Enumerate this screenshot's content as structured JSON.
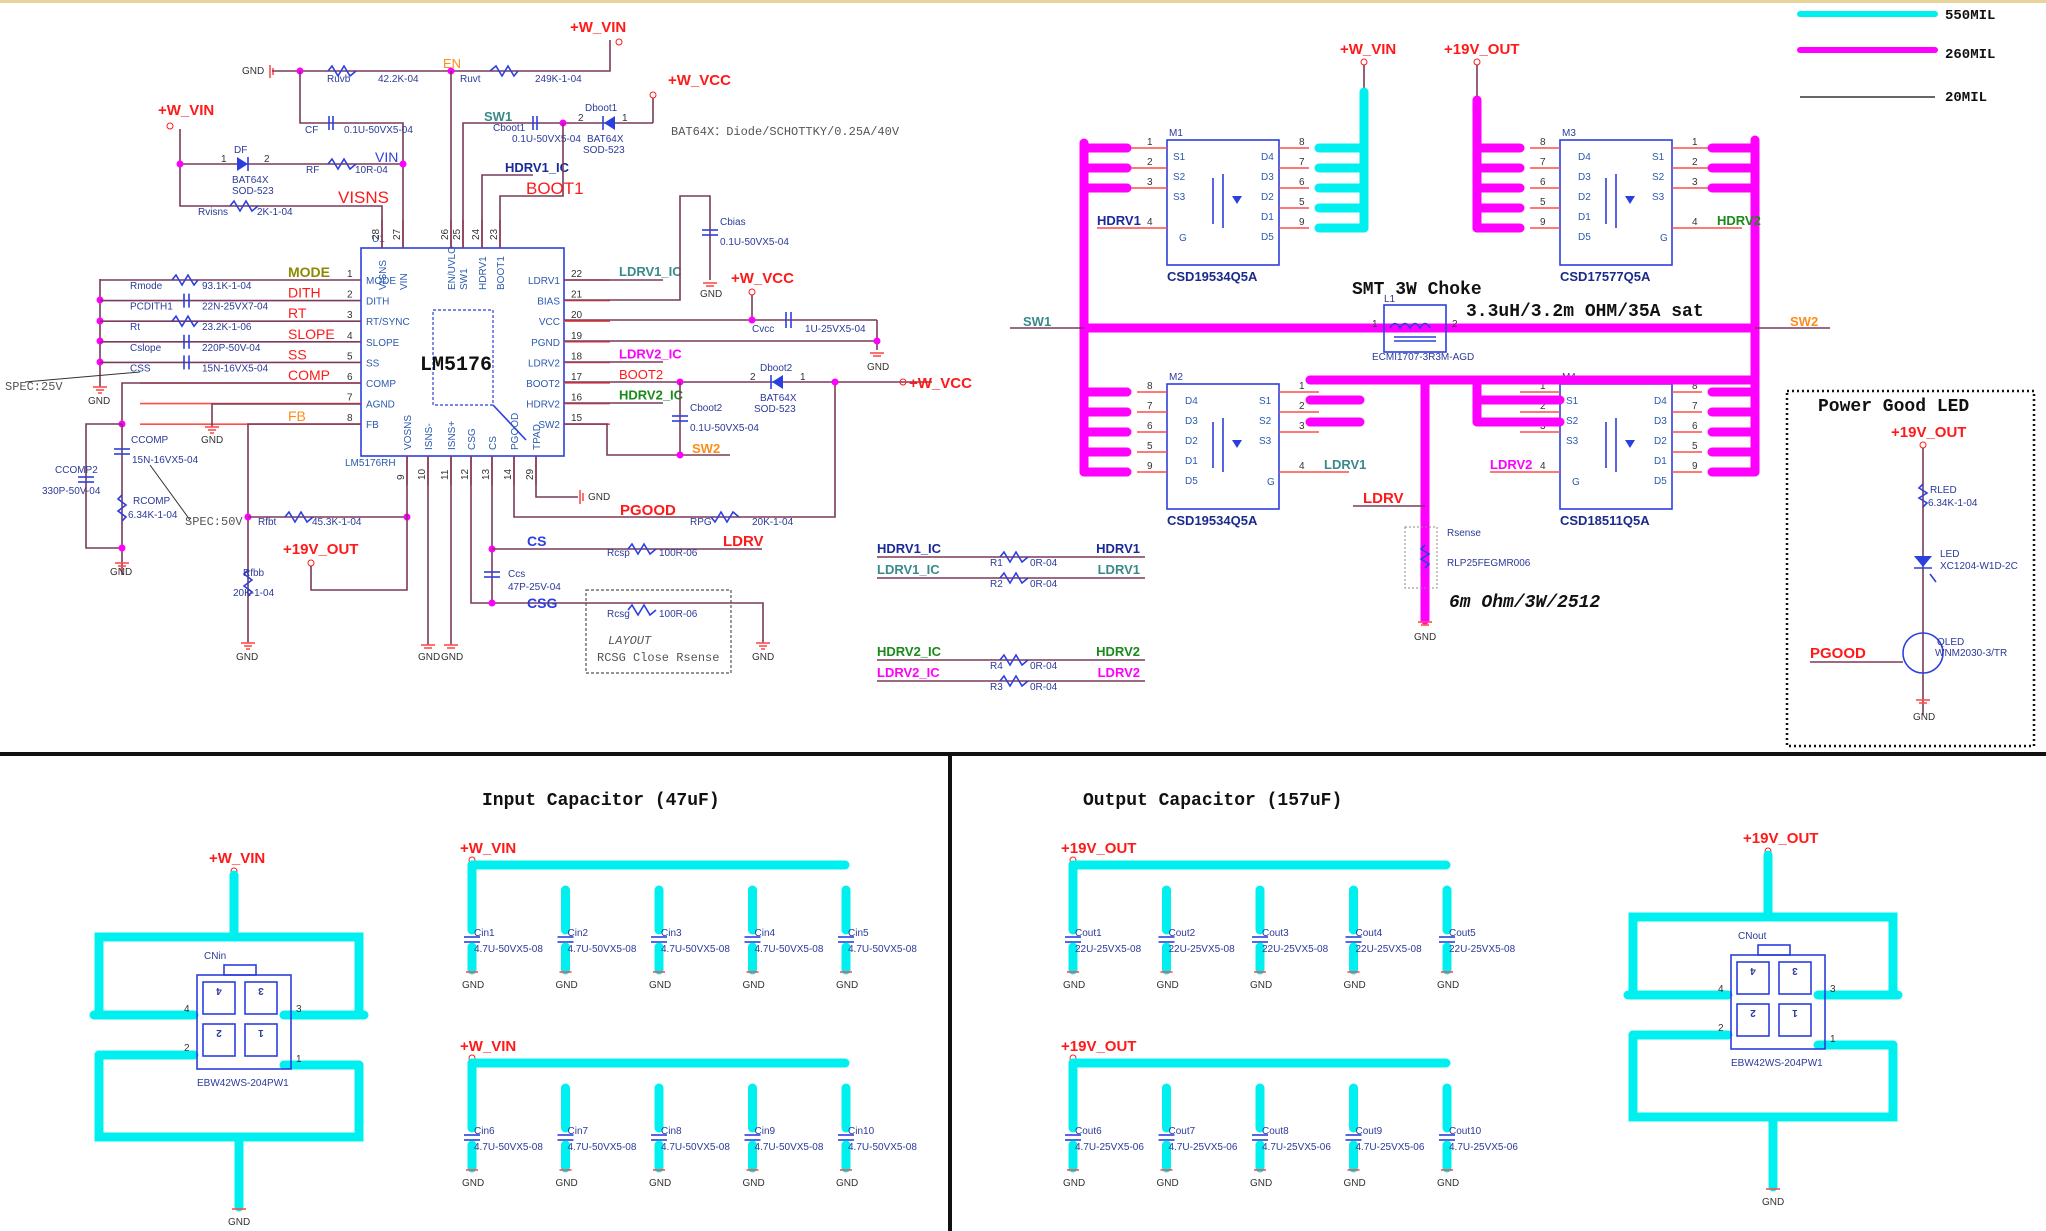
{
  "legend": {
    "items": [
      {
        "label": "550MIL",
        "color": "#00f0f0"
      },
      {
        "label": "260MIL",
        "color": "#ff00ff"
      },
      {
        "label": "20MIL",
        "color": "#333333"
      }
    ]
  },
  "colors": {
    "net_red": "#ff1a1a",
    "trace_550": "#00f0f0",
    "trace_260": "#ff00ff",
    "component_blue": "#2b3fe0",
    "junction": "#ff00ff"
  },
  "controller": {
    "ref": "U1",
    "name": "LM5176",
    "part": "LM5176RH",
    "left_pins": [
      {
        "num": "1",
        "name": "MODE",
        "net": "MODE",
        "net_color": "#8a8a00"
      },
      {
        "num": "2",
        "name": "DITH",
        "net": "DITH",
        "net_color": "#ff1a1a"
      },
      {
        "num": "3",
        "name": "RT/SYNC",
        "net": "RT",
        "net_color": "#ff1a1a"
      },
      {
        "num": "4",
        "name": "SLOPE",
        "net": "SLOPE",
        "net_color": "#ff1a1a"
      },
      {
        "num": "5",
        "name": "SS",
        "net": "SS",
        "net_color": "#ff1a1a"
      },
      {
        "num": "6",
        "name": "COMP",
        "net": "COMP",
        "net_color": "#ff1a1a"
      },
      {
        "num": "7",
        "name": "AGND",
        "net": "",
        "net_color": "#ff1a1a"
      },
      {
        "num": "8",
        "name": "FB",
        "net": "FB",
        "net_color": "#ff8c1a"
      }
    ],
    "right_pins": [
      {
        "num": "22",
        "name": "LDRV1",
        "net": "LDRV1_IC",
        "net_color": "#3a8a8a"
      },
      {
        "num": "21",
        "name": "BIAS",
        "net": "",
        "net_color": ""
      },
      {
        "num": "20",
        "name": "VCC",
        "net": "",
        "net_color": ""
      },
      {
        "num": "19",
        "name": "PGND",
        "net": "",
        "net_color": ""
      },
      {
        "num": "18",
        "name": "LDRV2",
        "net": "LDRV2_IC",
        "net_color": "#ff00ff"
      },
      {
        "num": "17",
        "name": "BOOT2",
        "net": "BOOT2",
        "net_color": "#ff1a1a"
      },
      {
        "num": "16",
        "name": "HDRV2",
        "net": "HDRV2_IC",
        "net_color": "#1a8a1a"
      },
      {
        "num": "15",
        "name": "SW2",
        "net": "",
        "net_color": ""
      }
    ],
    "top_pins": [
      {
        "num": "28",
        "name": "VISNS"
      },
      {
        "num": "27",
        "name": "VIN"
      },
      {
        "num": "26",
        "name": "EN/UVLO"
      },
      {
        "num": "25",
        "name": "SW1"
      },
      {
        "num": "24",
        "name": "HDRV1"
      },
      {
        "num": "23",
        "name": "BOOT1"
      }
    ],
    "bottom_pins": [
      {
        "num": "9",
        "name": "VOSNS"
      },
      {
        "num": "10",
        "name": "ISNS-"
      },
      {
        "num": "11",
        "name": "ISNS+"
      },
      {
        "num": "12",
        "name": "CSG"
      },
      {
        "num": "13",
        "name": "CS"
      },
      {
        "num": "14",
        "name": "PGOOD"
      },
      {
        "num": "29",
        "name": "TPAD"
      }
    ]
  },
  "left_components": [
    {
      "ref": "Rmode",
      "value": "93.1K-1-04"
    },
    {
      "ref": "PCDITH1",
      "value": "22N-25VX7-04"
    },
    {
      "ref": "Rt",
      "value": "23.2K-1-06"
    },
    {
      "ref": "Cslope",
      "value": "220P-50V-04"
    },
    {
      "ref": "CSS",
      "value": "15N-16VX5-04"
    }
  ],
  "top_components": {
    "ruvb": {
      "ref": "Ruvb",
      "value": "42.2K-04"
    },
    "ruvt": {
      "ref": "Ruvt",
      "value": "249K-1-04"
    },
    "cf": {
      "ref": "CF",
      "value": "0.1U-50VX5-04"
    },
    "df": {
      "ref": "DF",
      "value": "BAT64X",
      "pkg": "SOD-523"
    },
    "rf": {
      "ref": "RF",
      "value": "10R-04"
    },
    "rvisns": {
      "ref": "Rvisns",
      "value": "2K-1-04"
    },
    "cboot1": {
      "ref": "Cboot1",
      "value": "0.1U-50VX5-04"
    },
    "dboot1": {
      "ref": "Dboot1",
      "value": "BAT64X",
      "pkg": "SOD-523"
    },
    "cbias": {
      "ref": "Cbias",
      "value": "0.1U-50VX5-04"
    },
    "cvcc": {
      "ref": "Cvcc",
      "value": "1U-25VX5-04"
    },
    "cboot2": {
      "ref": "Cboot2",
      "value": "0.1U-50VX5-04"
    },
    "dboot2": {
      "ref": "Dboot2",
      "value": "BAT64X",
      "pkg": "SOD-523"
    },
    "rpg": {
      "ref": "RPG",
      "value": "20K-1-04"
    },
    "rcsp": {
      "ref": "Rcsp",
      "value": "100R-06"
    },
    "rcsg": {
      "ref": "Rcsg",
      "value": "100R-06"
    },
    "ccs": {
      "ref": "Ccs",
      "value": "47P-25V-04"
    },
    "ccomp": {
      "ref": "CCOMP",
      "value": "15N-16VX5-04"
    },
    "ccomp2": {
      "ref": "CCOMP2",
      "value": "330P-50V-04"
    },
    "rcomp": {
      "ref": "RCOMP",
      "value": "6.34K-1-04"
    },
    "rfbt": {
      "ref": "Rfbt",
      "value": "45.3K-1-04"
    },
    "rfbb": {
      "ref": "Rfbb",
      "value": "20K-1-04"
    }
  },
  "nets": {
    "w_vin": "+W_VIN",
    "w_vcc": "+W_VCC",
    "v19_out": "+19V_OUT",
    "gnd": "GND",
    "en": "EN",
    "vin": "VIN",
    "visns": "VISNS",
    "sw1": "SW1",
    "sw2": "SW2",
    "hdrv1_ic": "HDRV1_IC",
    "boot1": "BOOT1",
    "pgood": "PGOOD",
    "cs": "CS",
    "csg": "CSG",
    "ldrv": "LDRV",
    "hdrv1": "HDRV1",
    "ldrv1": "LDRV1",
    "hdrv2": "HDRV2",
    "ldrv2": "LDRV2",
    "ldrv1_ic": "LDRV1_IC",
    "hdrv2_ic": "HDRV2_IC",
    "ldrv2_ic": "LDRV2_IC"
  },
  "notes": {
    "bat64x": "BAT64X：Diode/SCHOTTKY/0.25A/40V",
    "spec25": "SPEC:25V",
    "spec50": "SPEC:50V",
    "layout_title": "LAYOUT",
    "layout_sub": "RCSG Close Rsense",
    "choke_title": "SMT 3W Choke",
    "choke_spec": "3.3uH/3.2m OHM/35A sat",
    "rsense_spec": "6m Ohm/3W/2512"
  },
  "gate_resistors": [
    {
      "from": "HDRV1_IC",
      "to": "HDRV1",
      "ref": "R1",
      "value": "0R-04",
      "color": "#1a2a9a"
    },
    {
      "from": "LDRV1_IC",
      "to": "LDRV1",
      "ref": "R2",
      "value": "0R-04",
      "color": "#3a8a8a"
    },
    {
      "from": "HDRV2_IC",
      "to": "HDRV2",
      "ref": "R4",
      "value": "0R-04",
      "color": "#1a8a1a"
    },
    {
      "from": "LDRV2_IC",
      "to": "LDRV2",
      "ref": "R3",
      "value": "0R-04",
      "color": "#ff00ff"
    }
  ],
  "mosfets": [
    {
      "ref": "M1",
      "part": "CSD19534Q5A",
      "gate": "HDRV1"
    },
    {
      "ref": "M2",
      "part": "CSD19534Q5A",
      "gate": "LDRV1"
    },
    {
      "ref": "M3",
      "part": "CSD17577Q5A",
      "gate": "HDRV2"
    },
    {
      "ref": "M4",
      "part": "CSD18511Q5A",
      "gate": "LDRV2"
    }
  ],
  "mosfet_pins": {
    "source": [
      "S1",
      "S2",
      "S3"
    ],
    "gate": "G",
    "drain": [
      "D4",
      "D3",
      "D2",
      "D1",
      "D5"
    ],
    "source_nums": [
      "1",
      "2",
      "3"
    ],
    "gate_num": "4",
    "drain_nums": [
      "8",
      "7",
      "6",
      "5",
      "9"
    ]
  },
  "inductor": {
    "ref": "L1",
    "part": "ECMI1707-3R3M-AGD",
    "pin1": "1",
    "pin2": "2"
  },
  "rsense": {
    "ref": "Rsense",
    "part": "RLP25FEGMR006"
  },
  "pgood_led": {
    "title": "Power Good LED",
    "rled": {
      "ref": "RLED",
      "value": "6.34K-1-04"
    },
    "led": {
      "ref": "LED",
      "value": "XC1204-W1D-2C"
    },
    "qled": {
      "ref": "QLED",
      "value": "WNM2030-3/TR"
    }
  },
  "input_caps": {
    "title": "Input Capacitor (47uF)",
    "rows": [
      [
        {
          "ref": "Cin1",
          "value": "4.7U-50VX5-08"
        },
        {
          "ref": "Cin2",
          "value": "4.7U-50VX5-08"
        },
        {
          "ref": "Cin3",
          "value": "4.7U-50VX5-08"
        },
        {
          "ref": "Cin4",
          "value": "4.7U-50VX5-08"
        },
        {
          "ref": "Cin5",
          "value": "4.7U-50VX5-08"
        }
      ],
      [
        {
          "ref": "Cin6",
          "value": "4.7U-50VX5-08"
        },
        {
          "ref": "Cin7",
          "value": "4.7U-50VX5-08"
        },
        {
          "ref": "Cin8",
          "value": "4.7U-50VX5-08"
        },
        {
          "ref": "Cin9",
          "value": "4.7U-50VX5-08"
        },
        {
          "ref": "Cin10",
          "value": "4.7U-50VX5-08"
        }
      ]
    ]
  },
  "output_caps": {
    "title": "Output Capacitor (157uF)",
    "rows": [
      [
        {
          "ref": "Cout1",
          "value": "22U-25VX5-08"
        },
        {
          "ref": "Cout2",
          "value": "22U-25VX5-08"
        },
        {
          "ref": "Cout3",
          "value": "22U-25VX5-08"
        },
        {
          "ref": "Cout4",
          "value": "22U-25VX5-08"
        },
        {
          "ref": "Cout5",
          "value": "22U-25VX5-08"
        }
      ],
      [
        {
          "ref": "Cout6",
          "value": "4.7U-25VX5-06"
        },
        {
          "ref": "Cout7",
          "value": "4.7U-25VX5-06"
        },
        {
          "ref": "Cout8",
          "value": "4.7U-25VX5-06"
        },
        {
          "ref": "Cout9",
          "value": "4.7U-25VX5-06"
        },
        {
          "ref": "Cout10",
          "value": "4.7U-25VX5-06"
        }
      ]
    ]
  },
  "connectors": [
    {
      "ref": "CNin",
      "part": "EBW42WS-204PW1",
      "net": "+W_VIN",
      "pins": [
        "4",
        "3",
        "2",
        "1"
      ]
    },
    {
      "ref": "CNout",
      "part": "EBW42WS-204PW1",
      "net": "+19V_OUT",
      "pins": [
        "4",
        "3",
        "2",
        "1"
      ]
    }
  ]
}
